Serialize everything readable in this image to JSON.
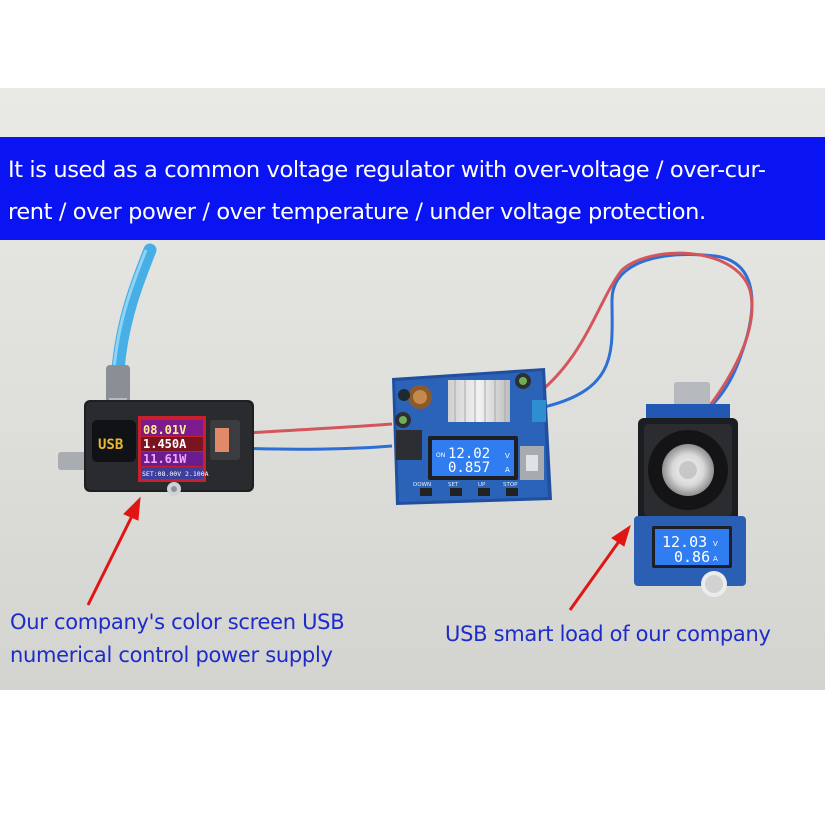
{
  "banner": {
    "line1": "It is used as a common voltage regulator with over-voltage / over-cur-",
    "line2": "rent / over power / over temperature / under voltage protection."
  },
  "captions": {
    "left_line1": "Our company's color screen USB",
    "left_line2": "numerical control power supply",
    "right": "USB smart load of our company"
  },
  "power_supply": {
    "logo": "USB",
    "voltage": "08.01V",
    "current": "1.450A",
    "power": "11.61W",
    "setting": "SET:08.00V 2.100A"
  },
  "converter": {
    "status": "ON",
    "voltage": "12.02",
    "voltage_unit": "V",
    "current": "0.857",
    "current_unit": "A",
    "buttons": [
      "DOWN",
      "SET",
      "UP",
      "STOP"
    ]
  },
  "load_module": {
    "voltage": "12.03",
    "voltage_unit": "V",
    "current": "0.86",
    "current_unit": "A"
  },
  "colors": {
    "banner": "#0a14f2",
    "caption": "#1d2cc9",
    "arrow": "#e21515",
    "lcd": "#2f7df0"
  }
}
